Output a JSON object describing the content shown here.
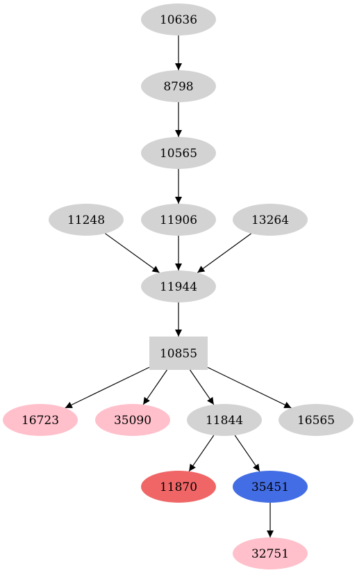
{
  "colors": {
    "default": "#d3d3d3",
    "pink": "#ffc0cb",
    "red": "#f06666",
    "blue": "#436de4",
    "edge": "#000000"
  },
  "nodes": [
    {
      "id": "n10636",
      "label": "10636",
      "shape": "ellipse",
      "color": "default"
    },
    {
      "id": "n8798",
      "label": "8798",
      "shape": "ellipse",
      "color": "default"
    },
    {
      "id": "n10565",
      "label": "10565",
      "shape": "ellipse",
      "color": "default"
    },
    {
      "id": "n11248",
      "label": "11248",
      "shape": "ellipse",
      "color": "default"
    },
    {
      "id": "n11906",
      "label": "11906",
      "shape": "ellipse",
      "color": "default"
    },
    {
      "id": "n13264",
      "label": "13264",
      "shape": "ellipse",
      "color": "default"
    },
    {
      "id": "n11944",
      "label": "11944",
      "shape": "ellipse",
      "color": "default"
    },
    {
      "id": "n10855",
      "label": "10855",
      "shape": "box",
      "color": "default"
    },
    {
      "id": "n16723",
      "label": "16723",
      "shape": "ellipse",
      "color": "pink"
    },
    {
      "id": "n35090",
      "label": "35090",
      "shape": "ellipse",
      "color": "pink"
    },
    {
      "id": "n11844",
      "label": "11844",
      "shape": "ellipse",
      "color": "default"
    },
    {
      "id": "n16565",
      "label": "16565",
      "shape": "ellipse",
      "color": "default"
    },
    {
      "id": "n11870",
      "label": "11870",
      "shape": "ellipse",
      "color": "red"
    },
    {
      "id": "n35451",
      "label": "35451",
      "shape": "ellipse",
      "color": "blue"
    },
    {
      "id": "n32751",
      "label": "32751",
      "shape": "ellipse",
      "color": "pink"
    }
  ],
  "edges": [
    {
      "from": "n10636",
      "to": "n8798"
    },
    {
      "from": "n8798",
      "to": "n10565"
    },
    {
      "from": "n10565",
      "to": "n11906"
    },
    {
      "from": "n11248",
      "to": "n11944"
    },
    {
      "from": "n11906",
      "to": "n11944"
    },
    {
      "from": "n13264",
      "to": "n11944"
    },
    {
      "from": "n11944",
      "to": "n10855"
    },
    {
      "from": "n10855",
      "to": "n16723"
    },
    {
      "from": "n10855",
      "to": "n35090"
    },
    {
      "from": "n10855",
      "to": "n11844"
    },
    {
      "from": "n10855",
      "to": "n16565"
    },
    {
      "from": "n11844",
      "to": "n11870"
    },
    {
      "from": "n11844",
      "to": "n35451"
    },
    {
      "from": "n35451",
      "to": "n32751"
    }
  ]
}
